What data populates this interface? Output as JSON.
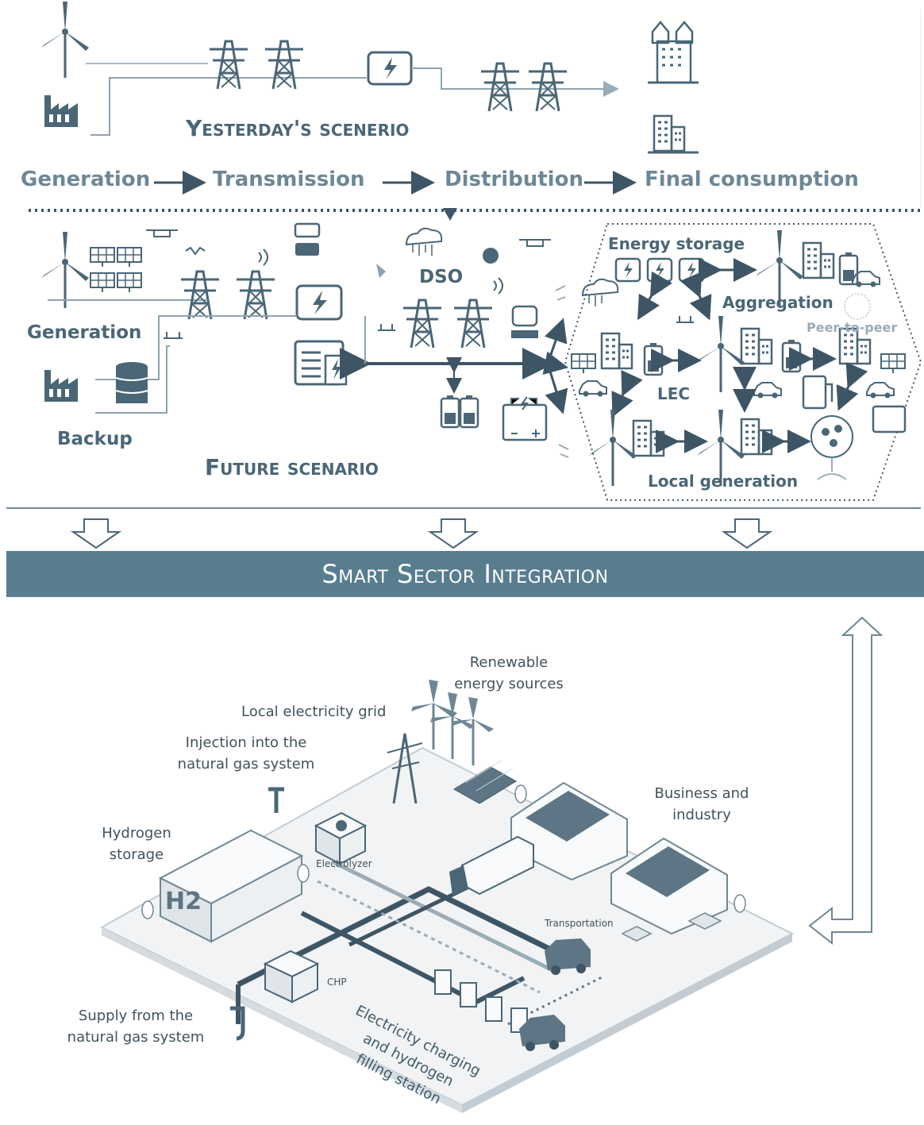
{
  "top": {
    "scenario_title": "Yesterday's scenerio",
    "stages": {
      "generation": "Generation",
      "transmission": "Transmission",
      "distribution": "Distribution",
      "final_consumption": "Final consumption"
    }
  },
  "future": {
    "scenario_title": "Future scenario",
    "labels": {
      "generation": "Generation",
      "backup": "Backup",
      "dso": "DSO",
      "energy_storage": "Energy storage",
      "aggregation": "Aggregation",
      "peer_to_peer": "Peer-to-peer",
      "lec": "LEC",
      "local_generation": "Local generation"
    }
  },
  "banner": {
    "title": "Smart Sector Integration"
  },
  "bottom": {
    "annotations": {
      "renewable": [
        "Renewable",
        "energy sources"
      ],
      "local_grid": "Local electricity grid",
      "injection": [
        "Injection into the",
        "natural gas system"
      ],
      "hydrogen_storage": [
        "Hydrogen",
        "storage"
      ],
      "business": [
        "Business and",
        "industry"
      ],
      "supply": [
        "Supply from the",
        "natural gas system"
      ],
      "charging": [
        "Electricity charging",
        "and hydrogen",
        "filling station"
      ],
      "electrolyzer": "Electrolyzer",
      "transportation": "Transportation",
      "chp": "CHP",
      "h2_tank": "H2"
    }
  },
  "colors": {
    "banner": "#587d8f",
    "dark": "#4a6677",
    "stage_text": "#6d8796",
    "line": "#3e5565"
  }
}
